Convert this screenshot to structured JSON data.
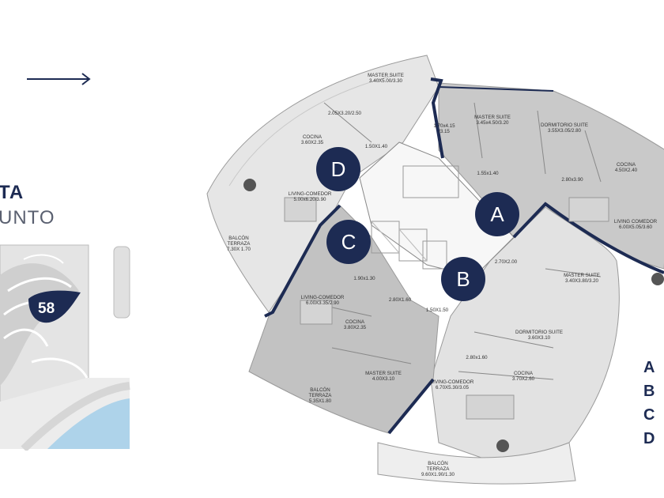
{
  "header": {
    "title_line1": "TA",
    "title_line2": "UNTO"
  },
  "site_map": {
    "marker": "58"
  },
  "units": [
    "A",
    "B",
    "C",
    "D"
  ],
  "rooms": {
    "master_suite_top": [
      "MASTER SUITE",
      "3.40X5.00/3.30"
    ],
    "bath_top": [
      "2.05X3.20/2.50"
    ],
    "cocina_d": [
      "COCINA",
      "3.60X2.35"
    ],
    "wc_d": [
      "1.50X1.40"
    ],
    "living_d": [
      "LIVING-COMEDOR",
      "5.00x6.20/3.90"
    ],
    "balcon_left": [
      "BALCÓN",
      "TERRAZA",
      "7.30X 1.70"
    ],
    "bath_a1": [
      "1.70x4.15",
      "/3.15"
    ],
    "master_suite_a": [
      "MASTER SUITE",
      "3.45x4.50/3.20"
    ],
    "wc_a": [
      "1.55x1.40"
    ],
    "dorm_suite_a": [
      "DORMITORIO SUITE",
      "3.55X3.05/2.80"
    ],
    "bath_a2": [
      "2.80x3.90"
    ],
    "cocina_a": [
      "COCINA",
      "4.50X2.40"
    ],
    "living_a": [
      "LIVING COMEDOR",
      "6.00X5.05/3.60"
    ],
    "wc_b": [
      "2.70X2.00"
    ],
    "master_suite_b": [
      "MASTER SUITE",
      "3.40X3.80/3.20"
    ],
    "dorm_suite_b": [
      "DORMITORIO SUITE",
      "3.60X3.10"
    ],
    "bath_b": [
      "2.80x1.60"
    ],
    "cocina_b": [
      "COCINA",
      "3.70X2.60"
    ],
    "living_b": [
      "LIVING-COMEDOR",
      "6.70X5.30/3.05"
    ],
    "balcon_bottom": [
      "BALCÓN",
      "TERRAZA",
      "9.60X1.90/1.30"
    ],
    "bath_c1": [
      "1.90x1.30"
    ],
    "bath_c2": [
      "2.80X1.60"
    ],
    "wc_c": [
      "1.50X1.50"
    ],
    "living_c": [
      "LIVING-COMEDOR",
      "6.00X3.35/2.90"
    ],
    "cocina_c": [
      "COCINA",
      "3.80X2.35"
    ],
    "master_suite_c": [
      "MASTER SUITE",
      "4.00X3.10"
    ],
    "balcon_c": [
      "BALCÓN",
      "TERRAZA",
      "5.35X1.80"
    ]
  },
  "legend": [
    "A",
    "B",
    "C",
    "D"
  ]
}
